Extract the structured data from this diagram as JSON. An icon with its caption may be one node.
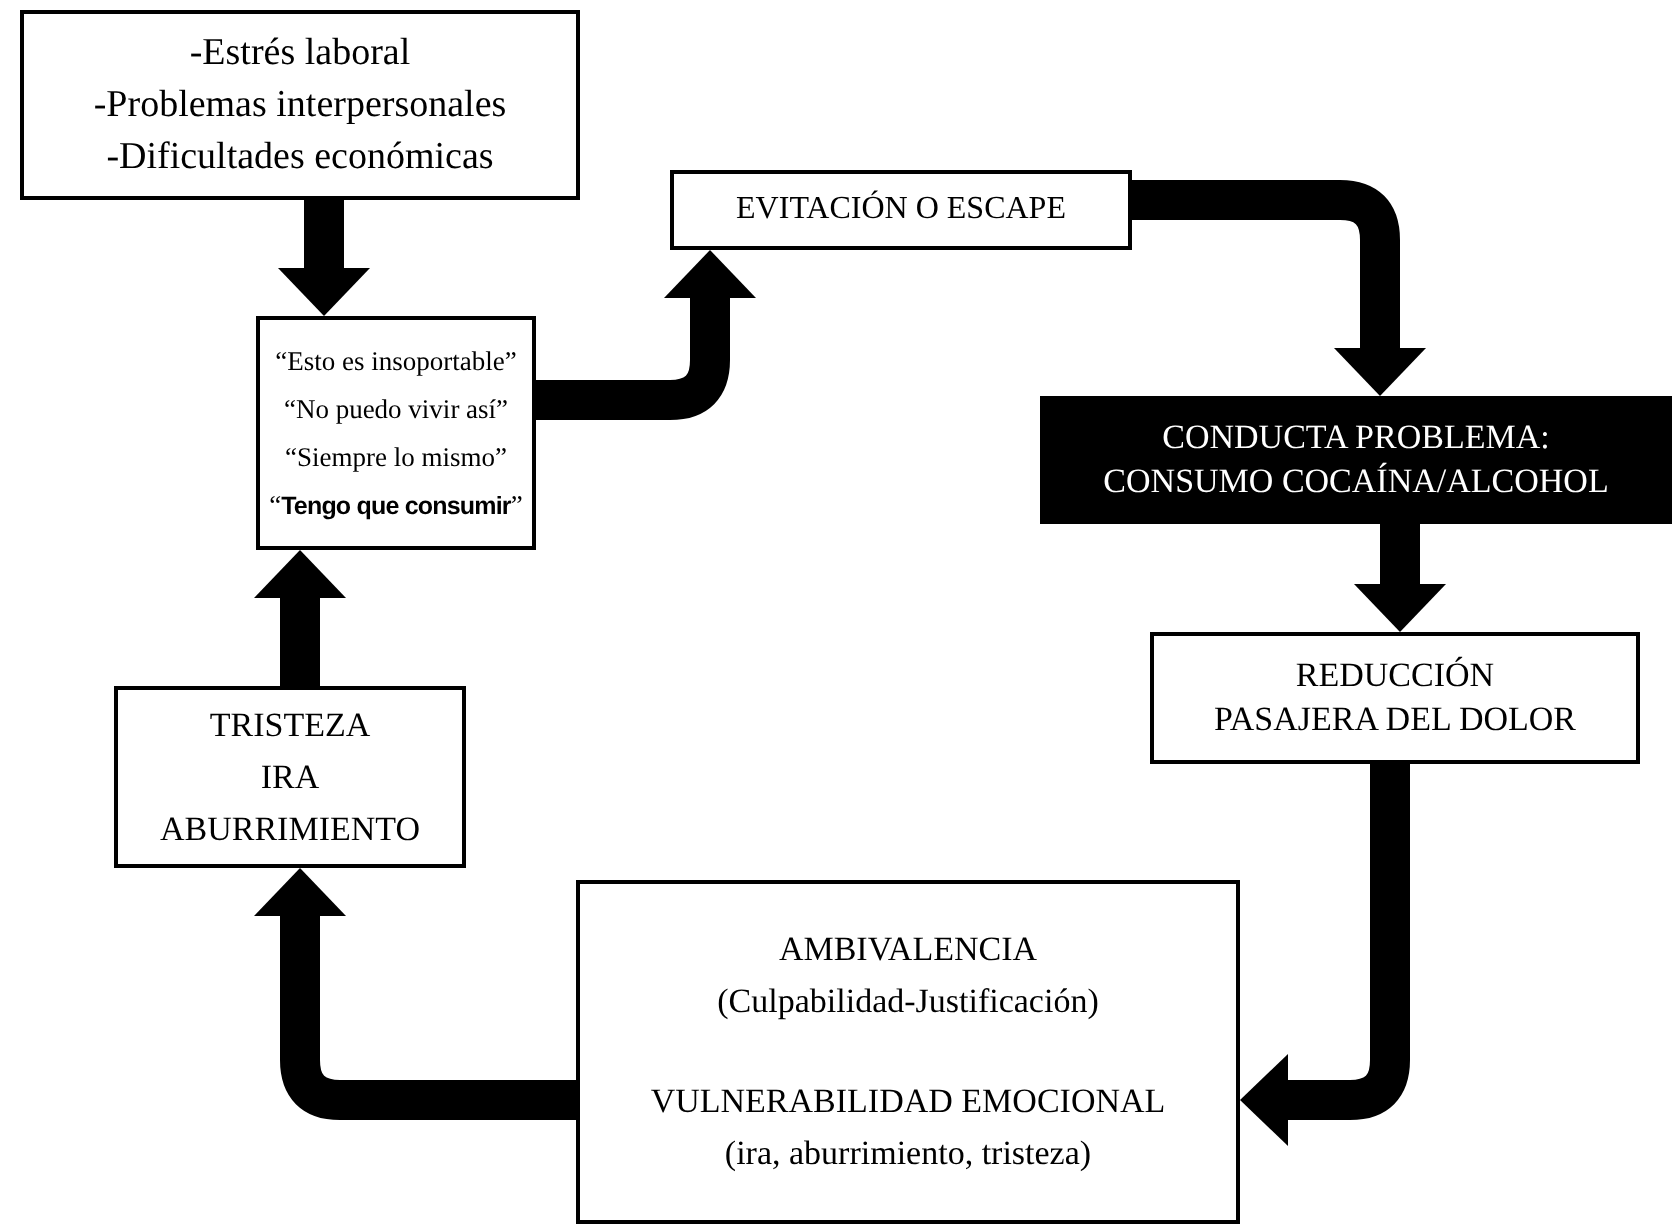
{
  "diagram": {
    "nodes": [
      {
        "text": [
          "-Estrés laboral",
          "-Problemas interpersonales",
          "-Dificultades económicas"
        ]
      },
      {
        "text": [
          "“Esto es insoportable”",
          "“No puedo vivir así”",
          "“Siempre lo mismo”",
          "“**Tengo que consumir**”"
        ]
      },
      {
        "text": [
          "EVITACIÓN O ESCAPE"
        ]
      },
      {
        "text": [
          "CONDUCTA PROBLEMA: CONSUMO COCAÍNA/ALCOHOL"
        ]
      },
      {
        "text": [
          "REDUCCIÓN",
          "PASAJERA DEL DOLOR"
        ]
      },
      {
        "text": [
          "AMBIVALENCIA (Culpabilidad-Justificación)",
          "VULNERABILIDAD EMOCIONAL (ira, aburrimiento, tristeza)"
        ]
      },
      {
        "text": [
          "TRISTEZA",
          "IRA",
          "ABURRIMIENTO"
        ]
      }
    ],
    "edges": [
      {
        "from": 0,
        "to": 1,
        "arrow": "to"
      },
      {
        "from": 1,
        "to": 2,
        "arrow": "to"
      },
      {
        "from": 2,
        "to": 3,
        "arrow": "to"
      },
      {
        "from": 3,
        "to": 4,
        "arrow": "to"
      },
      {
        "from": 4,
        "to": 5,
        "arrow": "to"
      },
      {
        "from": 5,
        "to": 6,
        "arrow": "to"
      },
      {
        "from": 6,
        "to": 1,
        "arrow": "to"
      }
    ]
  }
}
